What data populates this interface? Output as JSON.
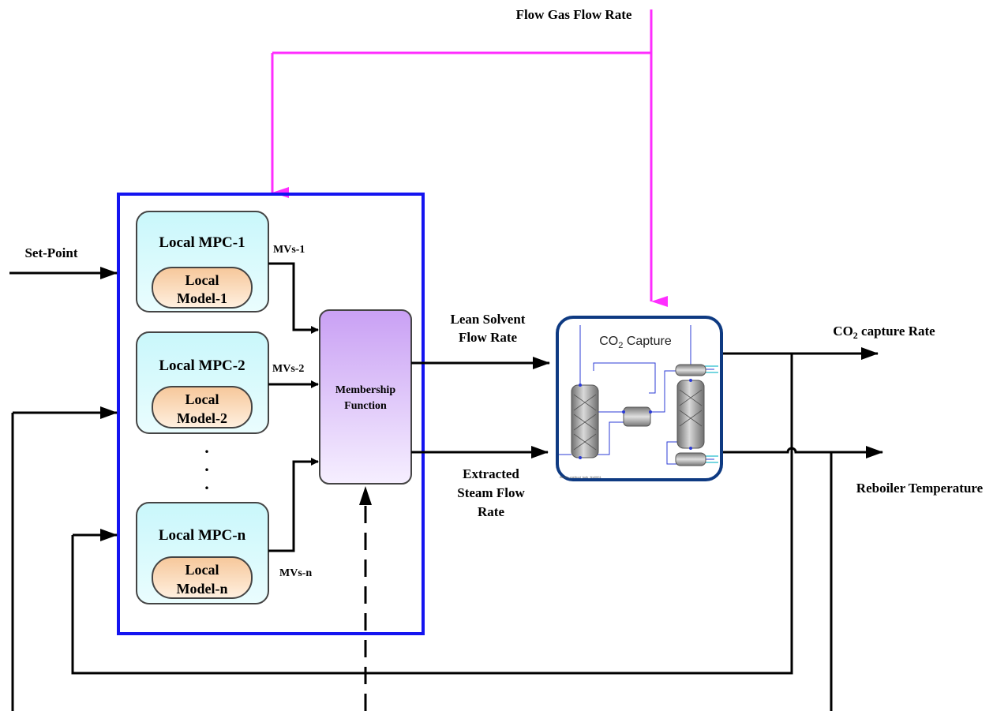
{
  "labels": {
    "flow_gas": "Flow Gas Flow Rate",
    "set_point": "Set-Point",
    "lean_solvent_1": "Lean Solvent",
    "lean_solvent_2": "Flow Rate",
    "extracted_1": "Extracted",
    "extracted_2": "Steam Flow",
    "extracted_3": "Rate",
    "co2_rate_prefix": "CO",
    "co2_rate_sub": "2",
    "co2_rate_suffix": " capture Rate",
    "reboiler": "Reboiler Temperature"
  },
  "controllers": [
    {
      "title": "Local MPC-1",
      "model_line1": "Local",
      "model_line2": "Model-1",
      "mv": "MVs-1"
    },
    {
      "title": "Local MPC-2",
      "model_line1": "Local",
      "model_line2": "Model-2",
      "mv": "MVs-2"
    },
    {
      "title": "Local MPC-n",
      "model_line1": "Local",
      "model_line2": "Model-n",
      "mv": "MVs-n"
    }
  ],
  "ellipsis_dot": ".",
  "membership": {
    "line1": "Membership",
    "line2": "Function"
  },
  "plant": {
    "title_prefix": "CO",
    "title_sub": "2",
    "title_suffix": " Capture",
    "tiny_caption": "Illinois_method_bulk_flm0001"
  },
  "colors": {
    "blue_frame": "#1414f0",
    "magenta": "#ff2dff",
    "mpc_fill_top": "#c9f7fb",
    "mpc_fill_bottom": "#eafdfe",
    "model_fill_top": "#f6c79a",
    "model_fill_bottom": "#fff0e0",
    "membership_top": "#c9a0f4",
    "membership_bottom": "#f6efff",
    "plant_border": "#0e3a82"
  }
}
